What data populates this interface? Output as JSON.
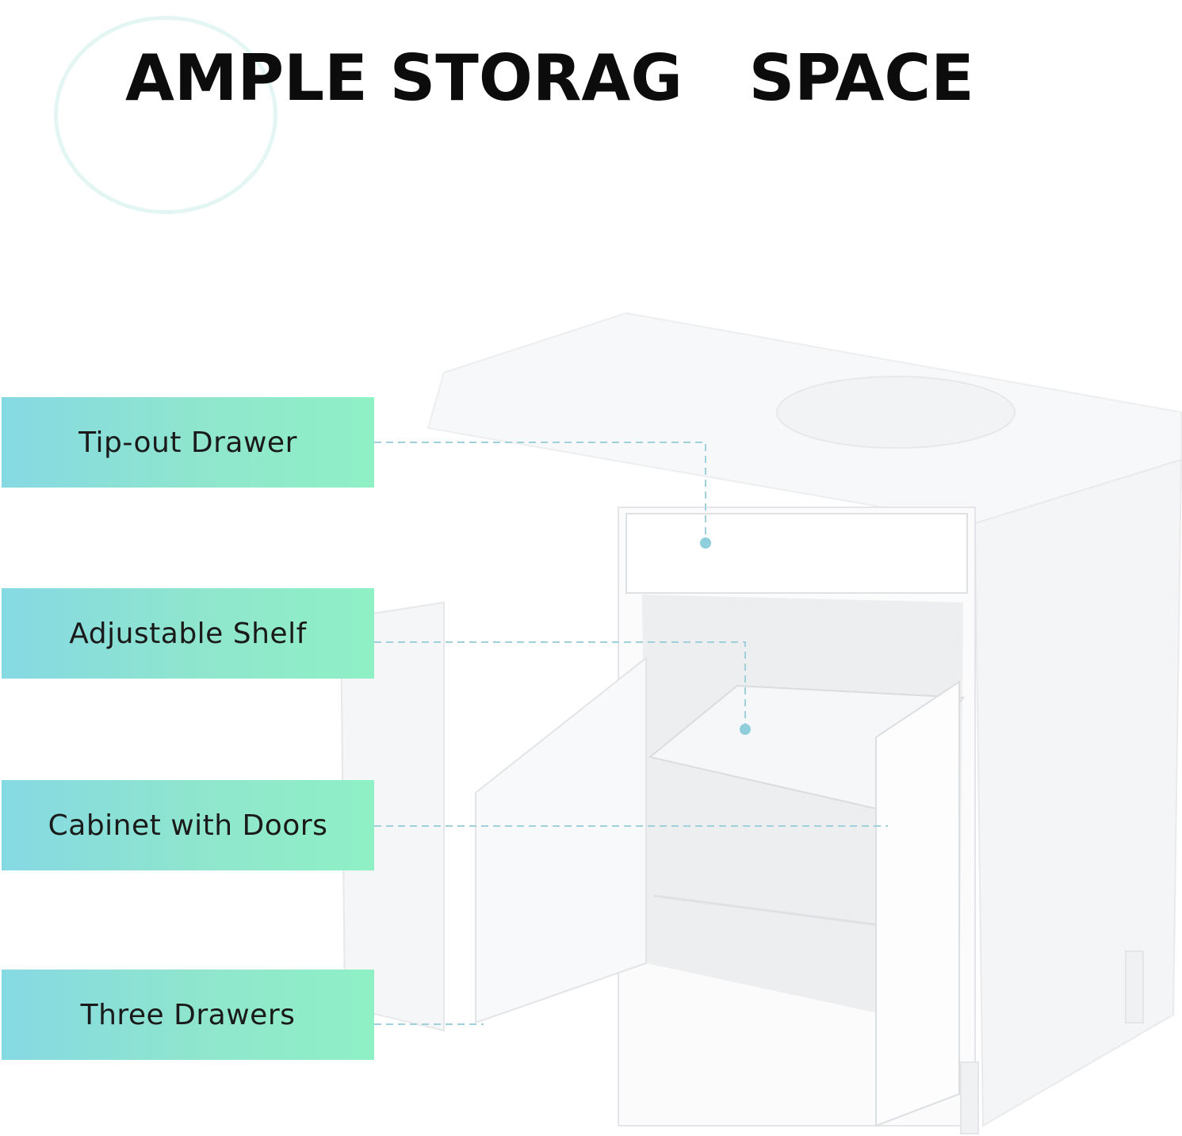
{
  "headline": "AMPLE STORAG   SPACE",
  "features": [
    {
      "label": "Tip-out Drawer"
    },
    {
      "label": "Adjustable Shelf"
    },
    {
      "label": "Cabinet with Doors"
    },
    {
      "label": "Three Drawers"
    }
  ],
  "colors": {
    "label_gradient_start": "#86d9e3",
    "label_gradient_end": "#8ff0c6",
    "leader_line": "#9fd0dc",
    "headline_text": "#0c0c0c"
  }
}
